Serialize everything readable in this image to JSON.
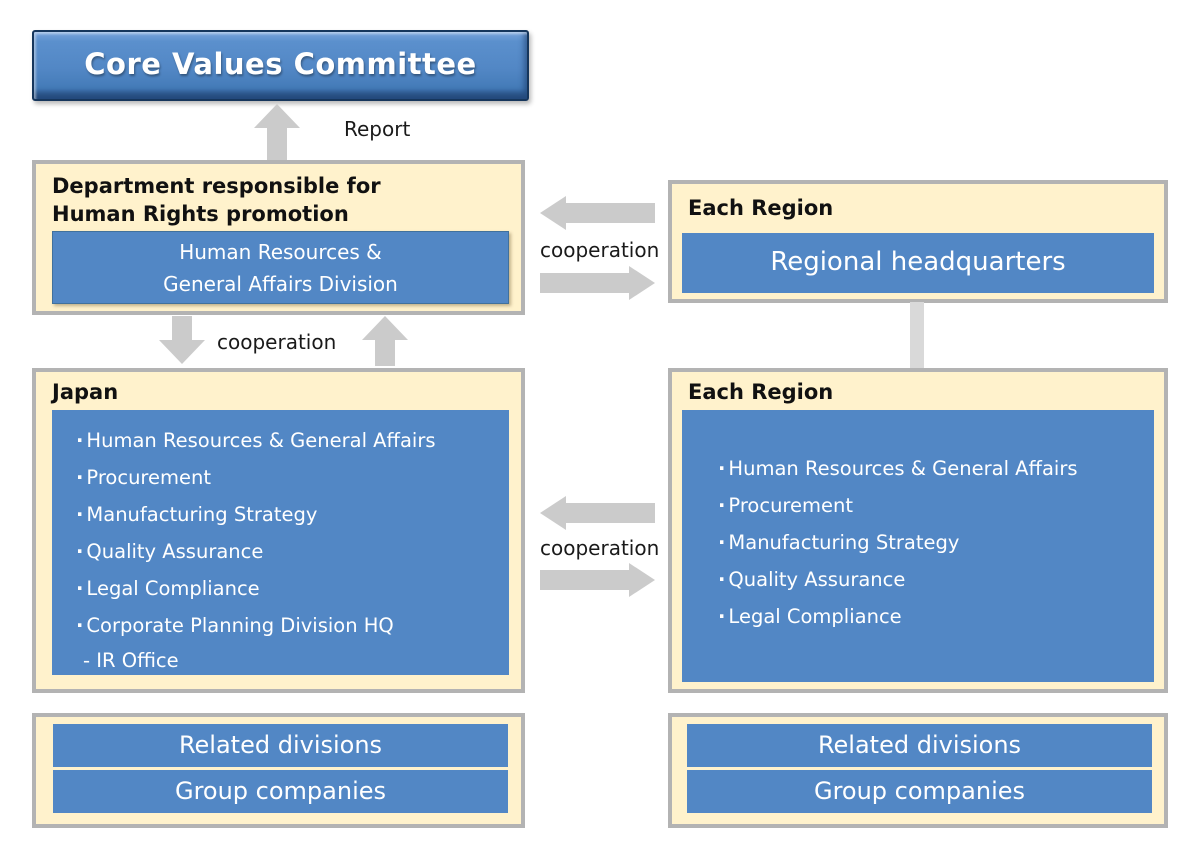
{
  "colors": {
    "blue": "#5287C5",
    "cream": "#FFF2CC",
    "panel_border_gray": "#B3B3B3",
    "arrow_gray": "#CBCBCB",
    "connector_gray": "#D9D9D9",
    "committee_border_navy": "#16365C",
    "white_text": "#FFFFFF"
  },
  "committee": {
    "label": "Core Values Committee"
  },
  "labels": {
    "report": "Report",
    "cooperation": "cooperation"
  },
  "department": {
    "title_line1": "Department responsible for",
    "title_line2": "Human Rights promotion",
    "division_line1": "Human Resources &",
    "division_line2": "General Affairs Division"
  },
  "region_top": {
    "title": "Each Region",
    "box_label": "Regional headquarters"
  },
  "japan": {
    "title": "Japan",
    "items": [
      "Human Resources & General Affairs",
      "Procurement",
      "Manufacturing Strategy",
      "Quality Assurance",
      "Legal Compliance",
      "Corporate Planning Division HQ"
    ],
    "subitem": "- IR Office"
  },
  "region_bottom": {
    "title": "Each Region",
    "items": [
      "Human Resources & General Affairs",
      "Procurement",
      "Manufacturing Strategy",
      "Quality Assurance",
      "Legal Compliance"
    ]
  },
  "bottom_left": {
    "bar1": "Related divisions",
    "bar2": "Group companies"
  },
  "bottom_right": {
    "bar1": "Related divisions",
    "bar2": "Group companies"
  }
}
